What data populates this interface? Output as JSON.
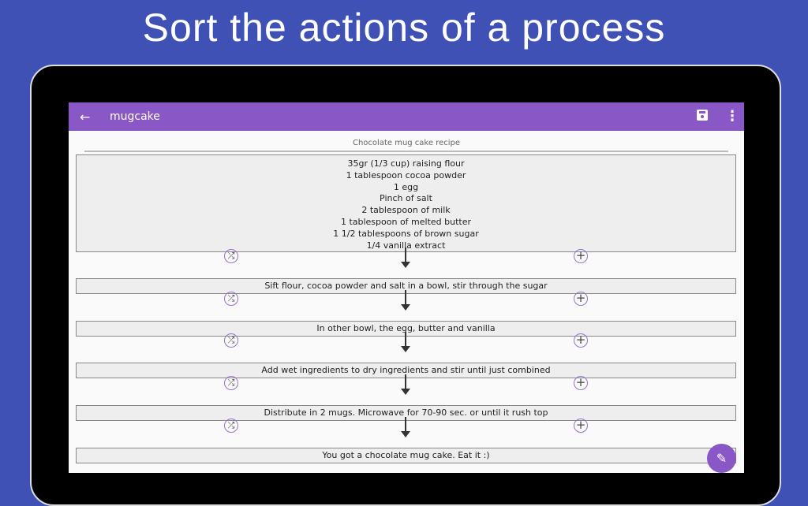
{
  "headline": "Sort the actions of a process",
  "toolbar": {
    "title": "mugcake",
    "back_icon": "arrow-left-icon",
    "save_icon": "save-icon",
    "more_icon": "more-vert-icon"
  },
  "recipe_title": "Chocolate mug cake recipe",
  "ingredients": [
    "35gr (1/3 cup) raising flour",
    "1 tablespoon cocoa powder",
    "1 egg",
    "Pinch of salt",
    "2 tablespoon of milk",
    "1 tablespoon of melted butter",
    "1 1/2 tablespoons of brown sugar",
    "1/4 vanilla extract"
  ],
  "steps": [
    "Sift flour, cocoa powder and salt in a bowl, stir through the sugar",
    "In other bowl, the egg, butter and vanilla",
    "Add wet ingredients to dry ingredients and stir until just combined",
    "Distribute in 2 mugs. Microwave for 70-90 sec. or until it rush top",
    "You got a chocolate mug cake. Eat it :)"
  ],
  "colors": {
    "background": "#3f51b5",
    "accent": "#8a57c6"
  }
}
